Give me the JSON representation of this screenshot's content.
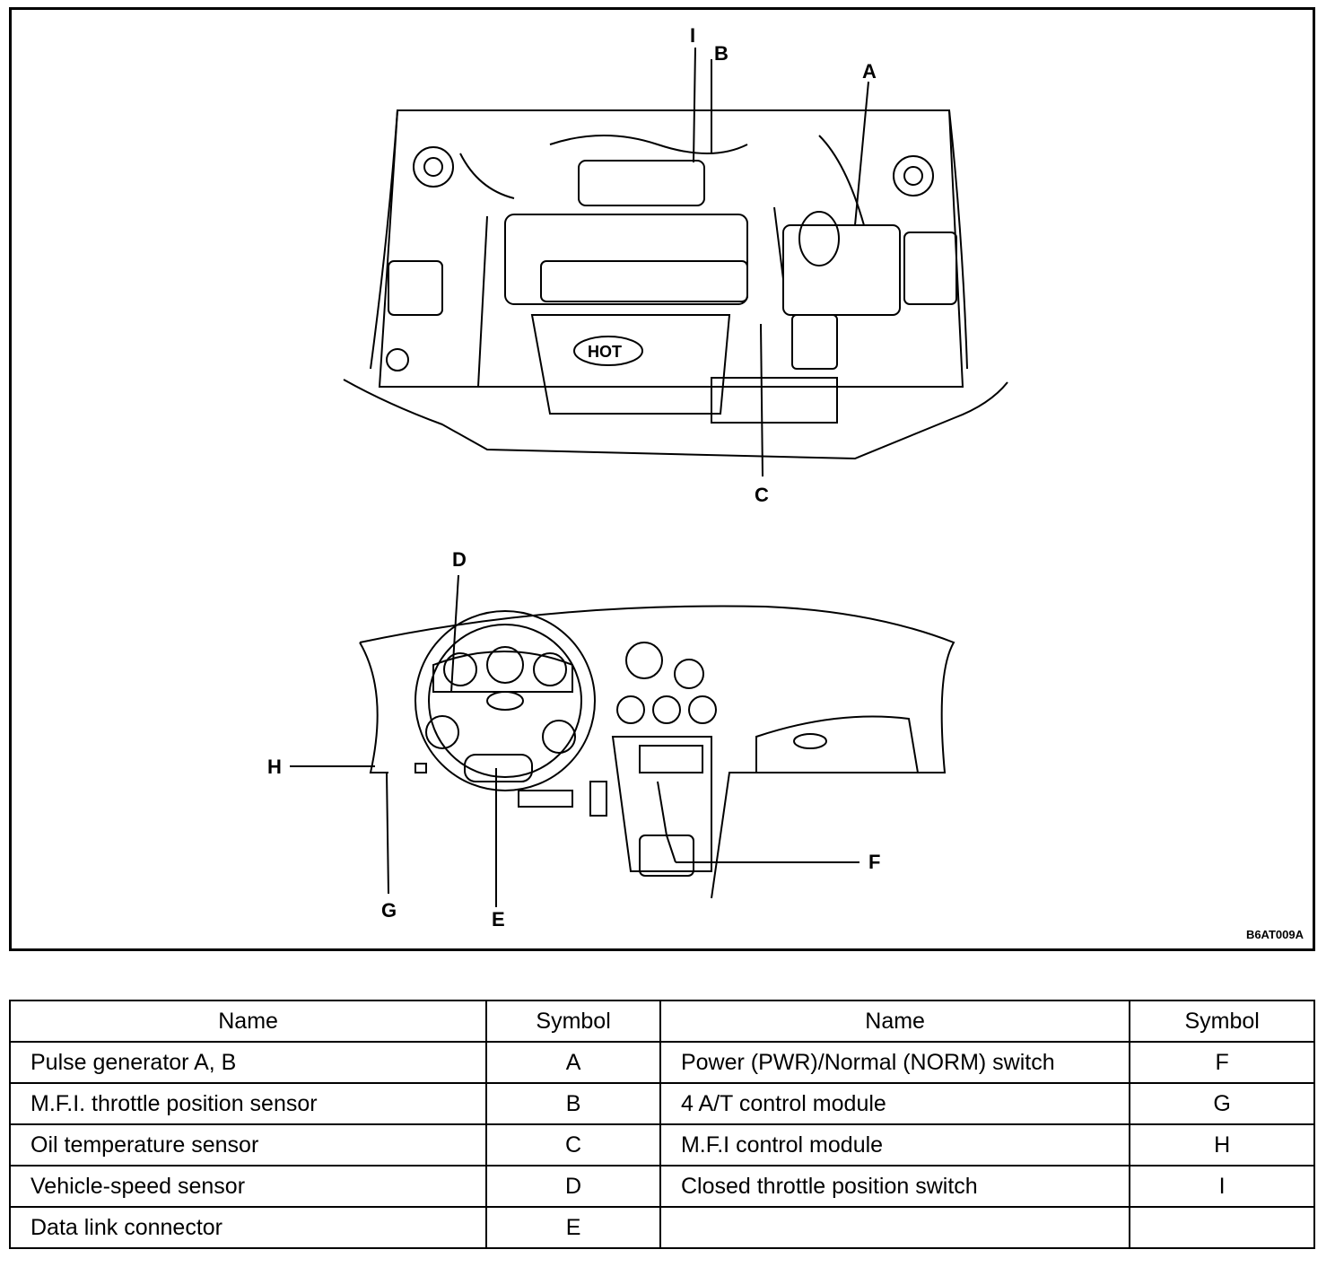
{
  "figure": {
    "callouts": {
      "I": "I",
      "B": "B",
      "A": "A",
      "C": "C",
      "D": "D",
      "H": "H",
      "G": "G",
      "E": "E",
      "F": "F"
    },
    "engine_label": "HOT",
    "code": "B6AT009A"
  },
  "table": {
    "headers": [
      "Name",
      "Symbol",
      "Name",
      "Symbol"
    ],
    "rows": [
      {
        "name1": "Pulse generator A, B",
        "sym1": "A",
        "name2": "Power (PWR)/Normal (NORM) switch",
        "sym2": "F"
      },
      {
        "name1": "M.F.I. throttle position sensor",
        "sym1": "B",
        "name2": "4 A/T control module",
        "sym2": "G"
      },
      {
        "name1": "Oil temperature sensor",
        "sym1": "C",
        "name2": "M.F.I control module",
        "sym2": "H"
      },
      {
        "name1": "Vehicle-speed sensor",
        "sym1": "D",
        "name2": "Closed throttle position switch",
        "sym2": "I"
      },
      {
        "name1": "Data link connector",
        "sym1": "E",
        "name2": "",
        "sym2": ""
      }
    ]
  }
}
